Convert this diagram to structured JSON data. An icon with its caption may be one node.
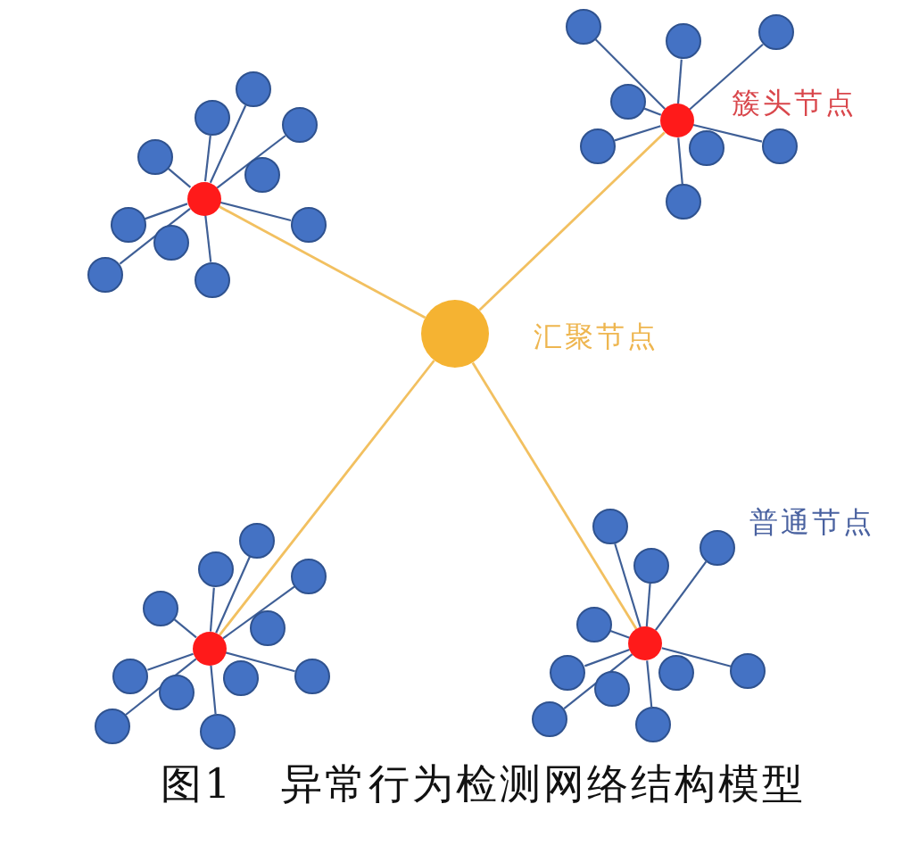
{
  "diagram": {
    "caption": "图1 异常行为检测网络结构模型",
    "nodes": [
      {
        "text": [],
        "shape": "circle"
      },
      {
        "text": [],
        "shape": "circle"
      },
      {
        "text": [],
        "shape": "circle"
      },
      {
        "text": [],
        "shape": "circle"
      },
      {
        "text": [],
        "shape": "circle"
      },
      {
        "text": [],
        "shape": "circle"
      },
      {
        "text": [],
        "shape": "circle"
      },
      {
        "text": [],
        "shape": "circle"
      },
      {
        "text": [],
        "shape": "circle"
      },
      {
        "text": [],
        "shape": "circle"
      },
      {
        "text": [],
        "shape": "circle"
      },
      {
        "text": [],
        "shape": "circle"
      },
      {
        "text": [],
        "shape": "circle"
      },
      {
        "text": [],
        "shape": "circle"
      },
      {
        "text": [],
        "shape": "circle"
      },
      {
        "text": [],
        "shape": "circle"
      },
      {
        "text": [],
        "shape": "circle"
      },
      {
        "text": [],
        "shape": "circle"
      },
      {
        "text": [],
        "shape": "circle"
      },
      {
        "text": [],
        "shape": "circle"
      },
      {
        "text": [],
        "shape": "circle"
      },
      {
        "text": [],
        "shape": "circle"
      },
      {
        "text": [],
        "shape": "circle"
      },
      {
        "text": [],
        "shape": "circle"
      },
      {
        "text": [],
        "shape": "circle"
      },
      {
        "text": [],
        "shape": "circle"
      },
      {
        "text": [],
        "shape": "circle"
      },
      {
        "text": [],
        "shape": "circle"
      },
      {
        "text": [],
        "shape": "circle"
      },
      {
        "text": [],
        "shape": "circle"
      },
      {
        "text": [],
        "shape": "circle"
      },
      {
        "text": [],
        "shape": "circle"
      },
      {
        "text": [],
        "shape": "circle"
      },
      {
        "text": [],
        "shape": "circle"
      },
      {
        "text": [],
        "shape": "circle"
      },
      {
        "text": [],
        "shape": "circle"
      },
      {
        "text": [],
        "shape": "circle"
      },
      {
        "text": [],
        "shape": "circle"
      },
      {
        "text": [],
        "shape": "circle"
      },
      {
        "text": [],
        "shape": "circle"
      },
      {
        "text": [],
        "shape": "circle"
      },
      {
        "text": [],
        "shape": "circle"
      },
      {
        "text": [],
        "shape": "circle"
      },
      {
        "text": [],
        "shape": "circle"
      }
    ],
    "edges": [
      {
        "from": 0,
        "to": 1,
        "arrow": "none"
      },
      {
        "from": 0,
        "to": 2,
        "arrow": "none"
      },
      {
        "from": 0,
        "to": 3,
        "arrow": "none"
      },
      {
        "from": 0,
        "to": 4,
        "arrow": "none"
      },
      {
        "from": 0,
        "to": 6,
        "arrow": "none"
      },
      {
        "from": 0,
        "to": 7,
        "arrow": "none"
      },
      {
        "from": 0,
        "to": 9,
        "arrow": "none"
      },
      {
        "from": 0,
        "to": 10,
        "arrow": "none"
      },
      {
        "from": 11,
        "to": 12,
        "arrow": "none"
      },
      {
        "from": 11,
        "to": 13,
        "arrow": "none"
      },
      {
        "from": 11,
        "to": 14,
        "arrow": "none"
      },
      {
        "from": 11,
        "to": 15,
        "arrow": "none"
      },
      {
        "from": 11,
        "to": 16,
        "arrow": "none"
      },
      {
        "from": 11,
        "to": 17,
        "arrow": "none"
      },
      {
        "from": 11,
        "to": 19,
        "arrow": "none"
      },
      {
        "from": 20,
        "to": 0,
        "arrow": "none",
        "color": "#f2c060"
      },
      {
        "from": 20,
        "to": 11,
        "arrow": "none",
        "color": "#f2c060"
      },
      {
        "from": 20,
        "to": 21,
        "arrow": "none",
        "color": "#f2c060"
      },
      {
        "from": 20,
        "to": 33,
        "arrow": "none",
        "color": "#f2c060"
      },
      {
        "from": 21,
        "to": 22,
        "arrow": "none"
      },
      {
        "from": 21,
        "to": 23,
        "arrow": "none"
      },
      {
        "from": 21,
        "to": 24,
        "arrow": "none"
      },
      {
        "from": 21,
        "to": 25,
        "arrow": "none"
      },
      {
        "from": 21,
        "to": 27,
        "arrow": "none"
      },
      {
        "from": 21,
        "to": 28,
        "arrow": "none"
      },
      {
        "from": 21,
        "to": 31,
        "arrow": "none"
      },
      {
        "from": 21,
        "to": 32,
        "arrow": "none"
      },
      {
        "from": 33,
        "to": 34,
        "arrow": "none"
      },
      {
        "from": 33,
        "to": 35,
        "arrow": "none"
      },
      {
        "from": 33,
        "to": 36,
        "arrow": "none"
      },
      {
        "from": 33,
        "to": 37,
        "arrow": "none"
      },
      {
        "from": 33,
        "to": 38,
        "arrow": "none"
      },
      {
        "from": 33,
        "to": 39,
        "arrow": "none"
      },
      {
        "from": 33,
        "to": 42,
        "arrow": "none"
      },
      {
        "from": 33,
        "to": 43,
        "arrow": "none"
      }
    ],
    "labels": [
      "簇头节点",
      "汇聚节点",
      "普通节点"
    ]
  }
}
